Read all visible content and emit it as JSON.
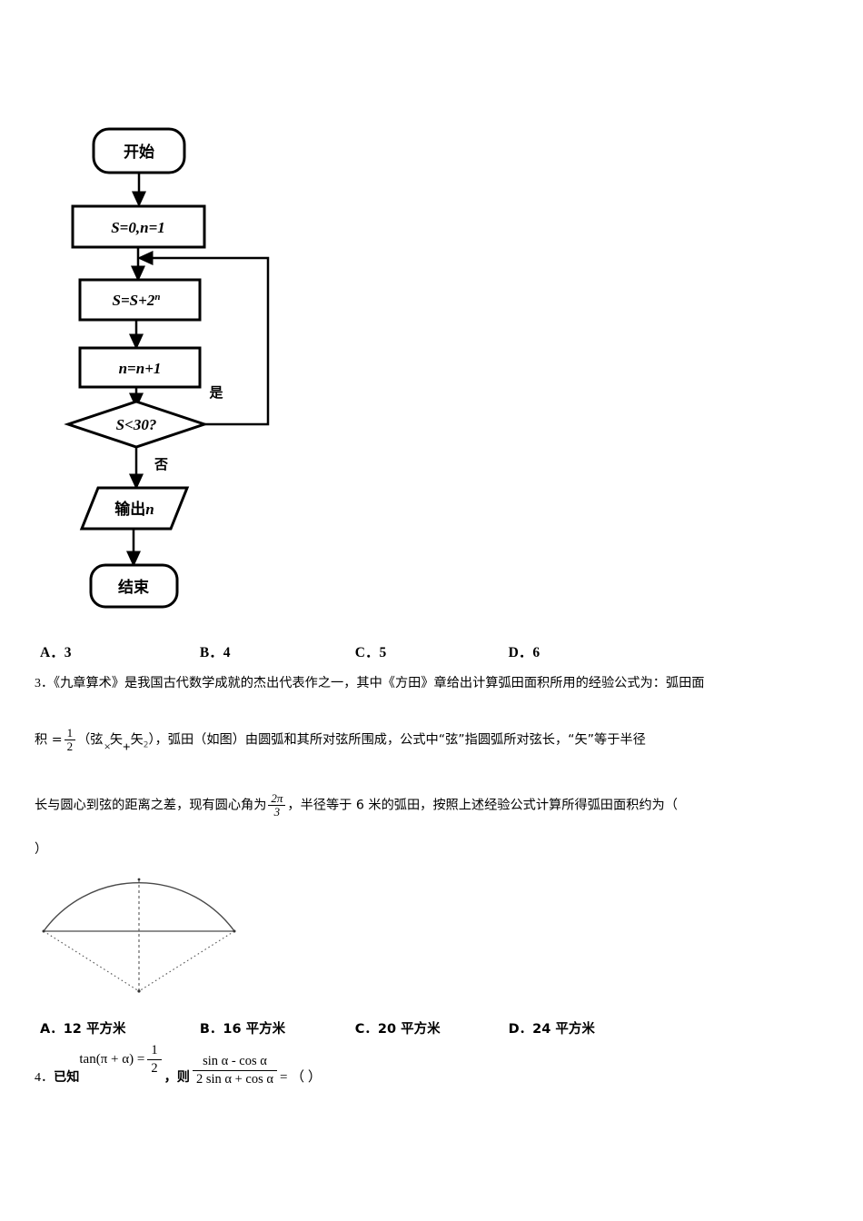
{
  "flowchart": {
    "start_label": "开始",
    "init_label": "S=0,n=1",
    "accumulate_label": "S=S+2",
    "accumulate_exponent": "n",
    "increment_label": "n=n+1",
    "condition_label": "S<30?",
    "yes_label": "是",
    "no_label": "否",
    "output_label": "输出",
    "output_var": "n",
    "end_label": "结束"
  },
  "question2_options": {
    "a": "A．3",
    "b": "B．4",
    "c": "C．5",
    "d": "D．6"
  },
  "question3": {
    "number": "3．",
    "line1": "《九章算术》是我国古代数学成就的杰出代表作之一，其中《方田》章给出计算弧田面积所用的经验公式为：弧田面",
    "line2_prefix": "积 =",
    "frac_num": "1",
    "frac_den": "2",
    "line2_body_a": "（弦",
    "times": "×",
    "shi1": "矢",
    "plus": "+",
    "shi2": "矢",
    "shi2_sub": "2",
    "line2_body_b": "），弧田（如图）由圆弧和其所对弦所围成，公式中“弦”指圆弧所对弦长，“矢”等于半径",
    "line3_prefix": "长与圆心到弦的距离之差，现有圆心角为",
    "angle_num": "2π",
    "angle_den": "3",
    "line3_suffix": "，半径等于 6 米的弧田，按照上述经验公式计算所得弧田面积约为（",
    "line4": "）",
    "options": {
      "a": "A．12 平方米",
      "b": "B．16 平方米",
      "c": "C．20 平方米",
      "d": "D．24 平方米"
    }
  },
  "question4": {
    "number": "4．",
    "known_label": "已知",
    "tan_expr": "tan(π + α) =",
    "tan_num": "1",
    "tan_den": "2",
    "comma_then": "，则",
    "ratio_num": "sin α - cos α",
    "ratio_den": "2 sin α + cos α",
    "equals_paren": "= （  ）"
  }
}
